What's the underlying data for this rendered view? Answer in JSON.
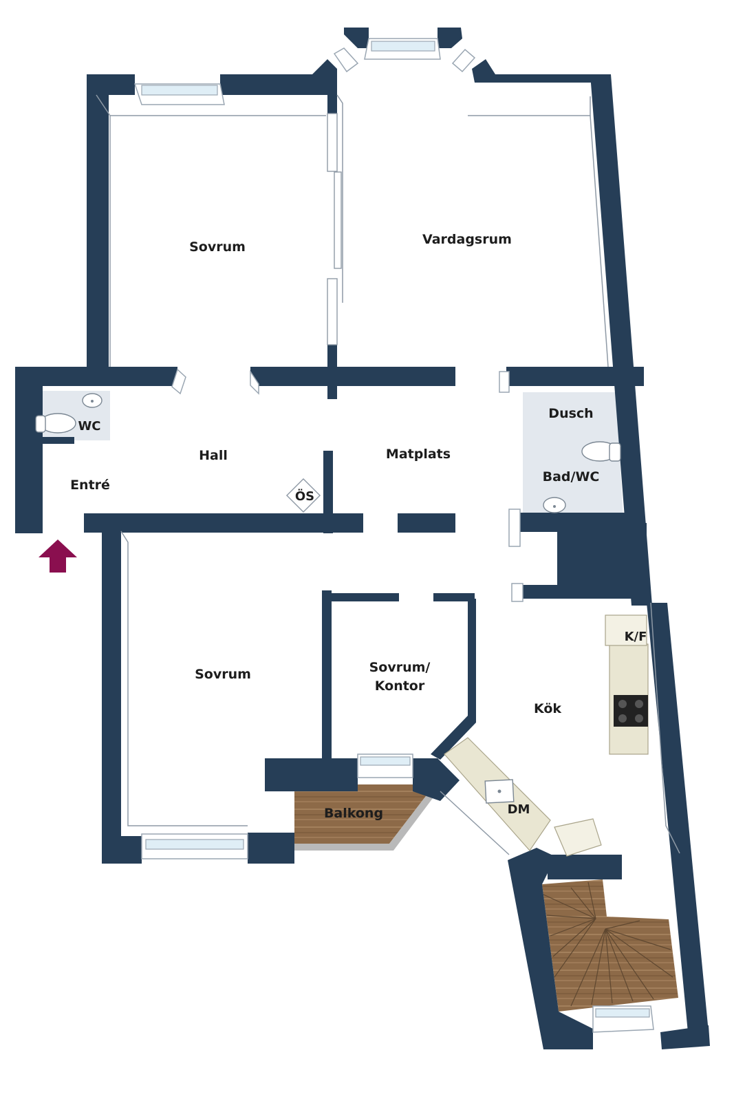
{
  "rooms": {
    "sovrum_top": "Sovrum",
    "vardagsrum": "Vardagsrum",
    "wc": "WC",
    "hall": "Hall",
    "entre": "Entré",
    "os": "ÖS",
    "matplats": "Matplats",
    "dusch": "Dusch",
    "bad_wc": "Bad/WC",
    "sovrum_bottom": "Sovrum",
    "sovrum_kontor_line1": "Sovrum/",
    "sovrum_kontor_line2": "Kontor",
    "kok": "Kök",
    "kf": "K/F",
    "balkong": "Balkong",
    "dm": "DM"
  },
  "colors": {
    "wall": "#263e57",
    "entrance_arrow": "#8a0f4f",
    "wood": "#8d6a48",
    "tile": "#e3e8ee"
  },
  "icons": [
    "entrance-arrow-icon",
    "toilet-icon",
    "sink-icon",
    "stove-icon",
    "staircase-icon"
  ]
}
